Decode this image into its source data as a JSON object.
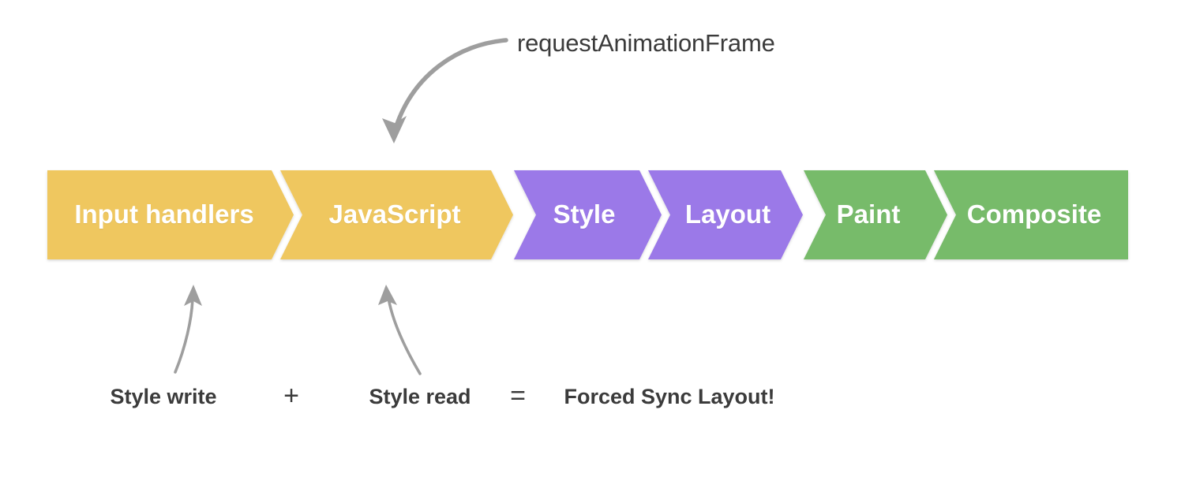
{
  "diagram": {
    "title_annotation": "requestAnimationFrame",
    "background_color": "#ffffff",
    "arrow_color": "#9e9e9e",
    "text_color": "#3b3b3b"
  },
  "pipeline": {
    "colors": {
      "yellow": "#EFC75E",
      "purple": "#9B79E8",
      "green": "#77BB6A",
      "label": "#ffffff"
    },
    "segments": [
      {
        "label": "Input handlers",
        "color_key": "yellow",
        "color": "#EFC75E"
      },
      {
        "label": "JavaScript",
        "color_key": "yellow",
        "color": "#EFC75E"
      },
      {
        "label": "Style",
        "color_key": "purple",
        "color": "#9B79E8"
      },
      {
        "label": "Layout",
        "color_key": "purple",
        "color": "#9B79E8"
      },
      {
        "label": "Paint",
        "color_key": "green",
        "color": "#77BB6A"
      },
      {
        "label": "Composite",
        "color_key": "green",
        "color": "#77BB6A"
      }
    ]
  },
  "equation": {
    "terms": [
      {
        "text": "Style write"
      },
      {
        "text": "Style read"
      },
      {
        "text": "Forced Sync Layout!"
      }
    ],
    "operators": [
      {
        "text": "+"
      },
      {
        "text": "="
      }
    ]
  }
}
